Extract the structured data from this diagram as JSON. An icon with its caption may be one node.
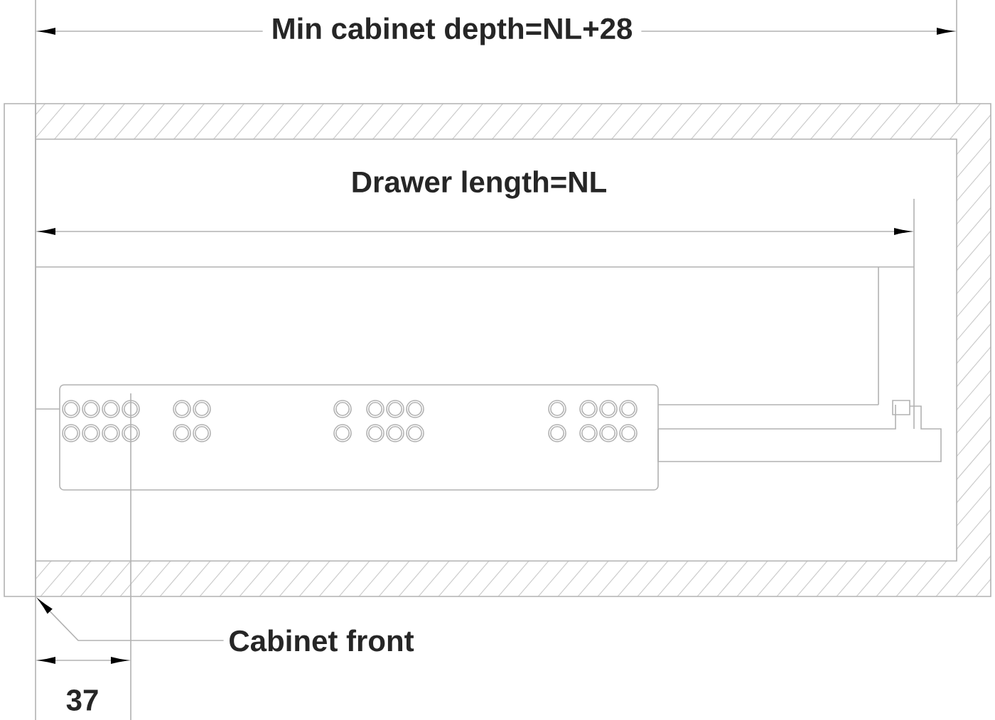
{
  "diagram": {
    "nodes": [
      {
        "text": [
          "Cabinet front"
        ]
      },
      {
        "text": [],
        "shape": "box"
      }
    ],
    "edges": [
      {
        "from": 0,
        "to": 1,
        "arrow": "to"
      }
    ],
    "labels": [
      "Min cabinet depth=NL+28",
      "Drawer length=NL",
      "37"
    ]
  }
}
